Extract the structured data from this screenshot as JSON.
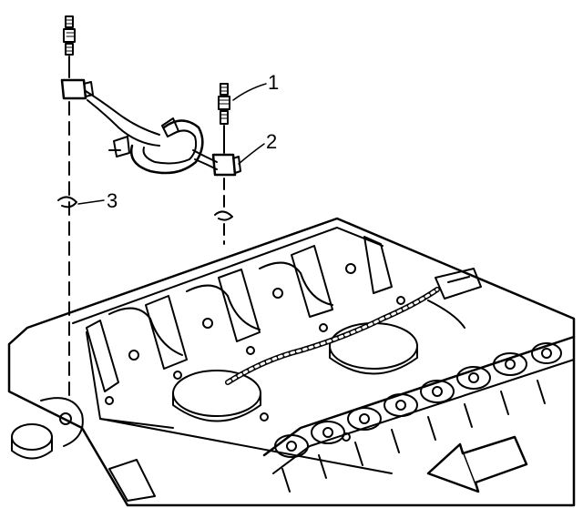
{
  "diagram": {
    "callouts": [
      {
        "number": "1",
        "part": "stud"
      },
      {
        "number": "2",
        "part": "harness-clip"
      },
      {
        "number": "3",
        "part": "retainer-clip"
      }
    ],
    "colors": {
      "ink": "#000000",
      "paper": "#ffffff"
    }
  }
}
